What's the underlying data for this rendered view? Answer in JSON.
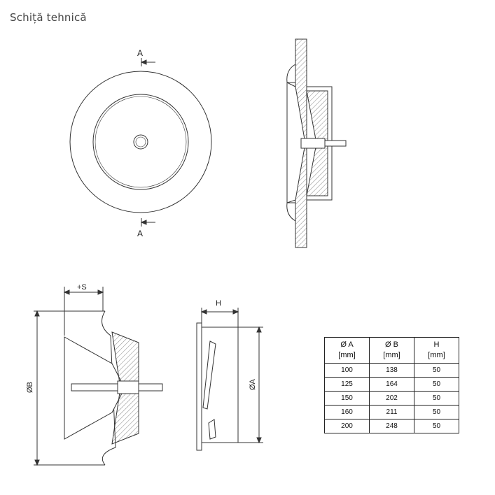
{
  "title": "Schiță tehnică",
  "labels": {
    "section_top": "A",
    "section_bottom": "A",
    "stroke": "+S",
    "diam_b": "ØB",
    "height": "H",
    "diam_a": "ØA"
  },
  "table": {
    "headers": [
      {
        "symbol": "Ø A",
        "unit": "[mm]"
      },
      {
        "symbol": "Ø B",
        "unit": "[mm]"
      },
      {
        "symbol": "H",
        "unit": "[mm]"
      }
    ],
    "rows": [
      [
        "100",
        "138",
        "50"
      ],
      [
        "125",
        "164",
        "50"
      ],
      [
        "150",
        "202",
        "50"
      ],
      [
        "160",
        "211",
        "50"
      ],
      [
        "200",
        "248",
        "50"
      ]
    ]
  }
}
